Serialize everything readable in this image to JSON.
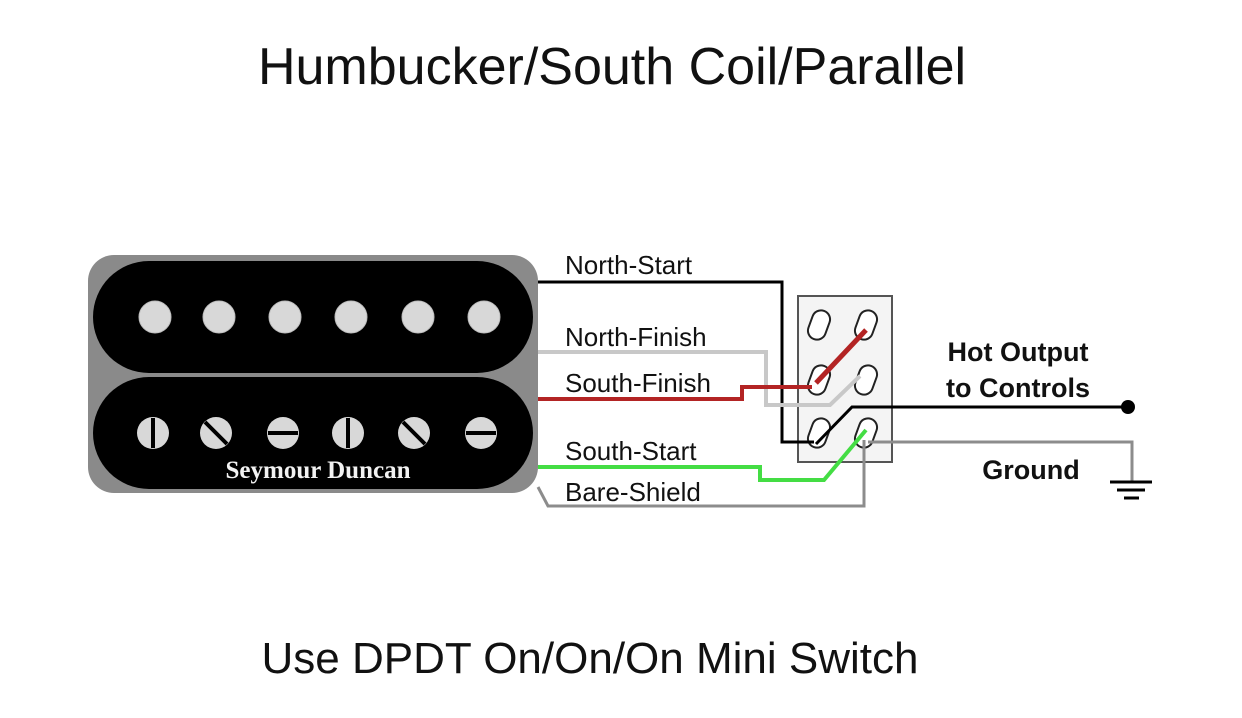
{
  "title": "Humbucker/South Coil/Parallel",
  "footer": "Use DPDT On/On/On Mini Switch",
  "pickup": {
    "brand": "Seymour Duncan",
    "top_coil_poles": 6,
    "bottom_coil_screws": 6
  },
  "wires": [
    {
      "label": "North-Start",
      "color": "#000000"
    },
    {
      "label": "North-Finish",
      "color": "#c8c8c8"
    },
    {
      "label": "South-Finish",
      "color": "#b32424"
    },
    {
      "label": "South-Start",
      "color": "#44dd44"
    },
    {
      "label": "Bare-Shield",
      "color": "#8c8c8c"
    }
  ],
  "outputs": {
    "hot_line1": "Hot Output",
    "hot_line2": "to Controls",
    "ground": "Ground"
  },
  "switch": {
    "rows": 3,
    "columns": 2
  }
}
